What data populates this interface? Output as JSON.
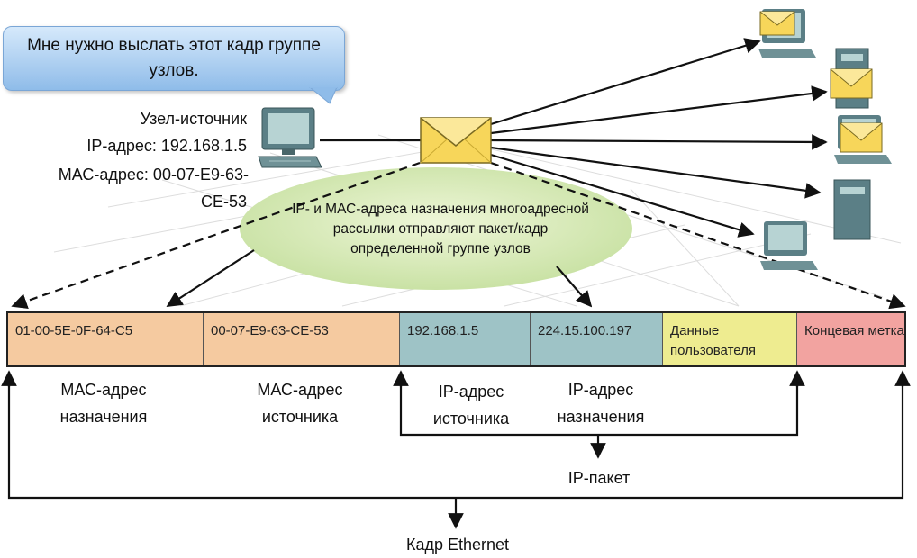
{
  "speech_bubble": {
    "line1": "Мне нужно выслать этот кадр группе",
    "line2": "узлов."
  },
  "source_host": {
    "title": "Узел-источник",
    "ip": "IP-адрес: 192.168.1.5",
    "mac_line1": "МАС-адрес: 00-07-E9-63-",
    "mac_line2": "CE-53"
  },
  "ellipse": {
    "line1": "IP- и МАС-адреса назначения многоадресной",
    "line2": "рассылки отправляют пакет/кадр",
    "line3": "определенной группе узлов"
  },
  "frame_fields": [
    {
      "value": "01-00-5E-0F-64-C5",
      "color": "#f5caa0"
    },
    {
      "value": "00-07-E9-63-CE-53",
      "color": "#f5caa0"
    },
    {
      "value": "192.168.1.5",
      "color": "#9ec3c6"
    },
    {
      "value": "224.15.100.197",
      "color": "#9ec3c6"
    },
    {
      "value": "Данные пользователя",
      "color": "#eeec90"
    },
    {
      "value": "Концевая метка",
      "color": "#f2a3a0"
    }
  ],
  "captions": {
    "dst_mac": {
      "line1": "МАС-адрес",
      "line2": "назначения"
    },
    "src_mac": {
      "line1": "МАС-адрес",
      "line2": "источника"
    },
    "src_ip": {
      "line1": "IP-адрес",
      "line2": "источника"
    },
    "dst_ip": {
      "line1": "IP-адрес",
      "line2": "назначения"
    },
    "ip_packet": "IP-пакет",
    "ethernet_frame": "Кадр Ethernet"
  },
  "icons": [
    "computer-icon",
    "envelope-icon",
    "server-icon"
  ]
}
